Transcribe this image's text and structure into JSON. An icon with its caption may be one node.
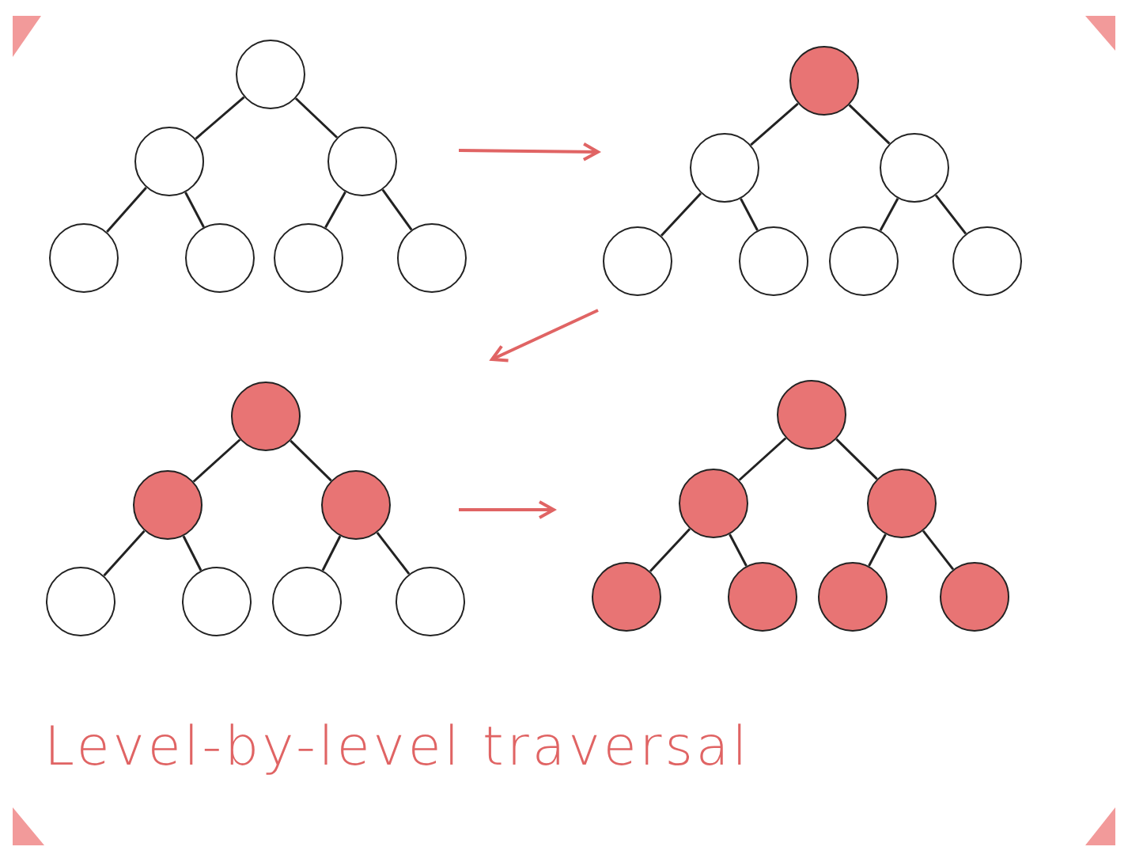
{
  "diagram": {
    "title": "Level-by-level traversal",
    "nodes": [
      {
        "text": [],
        "shape": "circle"
      },
      {
        "text": [],
        "shape": "circle"
      },
      {
        "text": [],
        "shape": "circle"
      },
      {
        "text": [],
        "shape": "circle"
      },
      {
        "text": [],
        "shape": "circle"
      },
      {
        "text": [],
        "shape": "circle"
      },
      {
        "text": [],
        "shape": "circle"
      },
      {
        "text": [],
        "shape": "circle"
      },
      {
        "text": [],
        "shape": "circle"
      },
      {
        "text": [],
        "shape": "circle"
      },
      {
        "text": [],
        "shape": "circle"
      },
      {
        "text": [],
        "shape": "circle"
      },
      {
        "text": [],
        "shape": "circle"
      },
      {
        "text": [],
        "shape": "circle"
      },
      {
        "text": [],
        "shape": "circle"
      },
      {
        "text": [],
        "shape": "circle"
      },
      {
        "text": [],
        "shape": "circle"
      },
      {
        "text": [],
        "shape": "circle"
      },
      {
        "text": [],
        "shape": "circle"
      },
      {
        "text": [],
        "shape": "circle"
      },
      {
        "text": [],
        "shape": "circle"
      },
      {
        "text": [],
        "shape": "circle"
      },
      {
        "text": [],
        "shape": "circle"
      },
      {
        "text": [],
        "shape": "circle"
      },
      {
        "text": [],
        "shape": "circle"
      },
      {
        "text": [],
        "shape": "circle"
      },
      {
        "text": [],
        "shape": "circle"
      },
      {
        "text": [],
        "shape": "circle"
      }
    ],
    "edges": [
      {
        "from": 0,
        "to": 1,
        "arrow": "none"
      },
      {
        "from": 0,
        "to": 2,
        "arrow": "none"
      },
      {
        "from": 1,
        "to": 3,
        "arrow": "none"
      },
      {
        "from": 1,
        "to": 4,
        "arrow": "none"
      },
      {
        "from": 2,
        "to": 5,
        "arrow": "none"
      },
      {
        "from": 2,
        "to": 6,
        "arrow": "none"
      },
      {
        "from": 7,
        "to": 8,
        "arrow": "none"
      },
      {
        "from": 7,
        "to": 9,
        "arrow": "none"
      },
      {
        "from": 8,
        "to": 10,
        "arrow": "none"
      },
      {
        "from": 8,
        "to": 11,
        "arrow": "none"
      },
      {
        "from": 9,
        "to": 12,
        "arrow": "none"
      },
      {
        "from": 9,
        "to": 13,
        "arrow": "none"
      },
      {
        "from": 14,
        "to": 15,
        "arrow": "none"
      },
      {
        "from": 14,
        "to": 16,
        "arrow": "none"
      },
      {
        "from": 15,
        "to": 17,
        "arrow": "none"
      },
      {
        "from": 15,
        "to": 18,
        "arrow": "none"
      },
      {
        "from": 16,
        "to": 19,
        "arrow": "none"
      },
      {
        "from": 16,
        "to": 20,
        "arrow": "none"
      },
      {
        "from": 21,
        "to": 22,
        "arrow": "none"
      },
      {
        "from": 21,
        "to": 23,
        "arrow": "none"
      },
      {
        "from": 22,
        "to": 24,
        "arrow": "none"
      },
      {
        "from": 22,
        "to": 25,
        "arrow": "none"
      },
      {
        "from": 23,
        "to": 26,
        "arrow": "none"
      },
      {
        "from": 23,
        "to": 27,
        "arrow": "none"
      }
    ]
  }
}
